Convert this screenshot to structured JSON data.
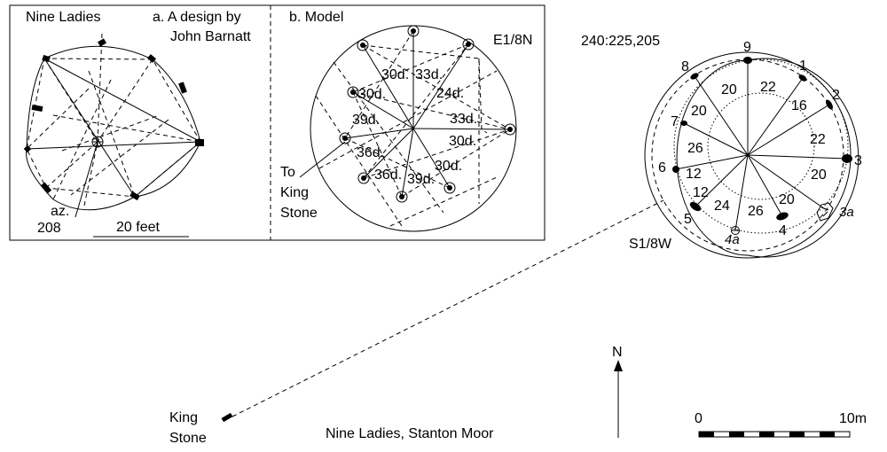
{
  "panel_a": {
    "title": "Nine Ladies",
    "caption_line1": "a.  A design by",
    "caption_line2": "John Barnatt",
    "azimuth_label": "az.",
    "azimuth_value": "208",
    "scale_label": "20 feet"
  },
  "panel_b": {
    "title": "b.  Model",
    "direction_label": "E1/8N",
    "distances": [
      "30d.",
      "33d.",
      "30d.",
      "24d.",
      "39d.",
      "33d.",
      "36d.",
      "30d.",
      "36d.",
      "39d.",
      "30d."
    ],
    "pointer_line1": "To",
    "pointer_line2": "King",
    "pointer_line3": "Stone"
  },
  "plan": {
    "header": "240:225,205",
    "direction_label": "S1/8W",
    "stone_numbers": [
      "9",
      "1",
      "2",
      "3",
      "8",
      "7",
      "6",
      "5",
      "4",
      "3a",
      "4a"
    ],
    "segment_values": [
      "20",
      "22",
      "16",
      "20",
      "22",
      "26",
      "20",
      "12",
      "12",
      "24",
      "26",
      "20"
    ]
  },
  "king_stone": {
    "line1": "King",
    "line2": "Stone"
  },
  "caption": "Nine Ladies, Stanton Moor",
  "north_arrow": {
    "label": "N"
  },
  "scale_bar": {
    "start_label": "0",
    "end_label": "10m"
  }
}
